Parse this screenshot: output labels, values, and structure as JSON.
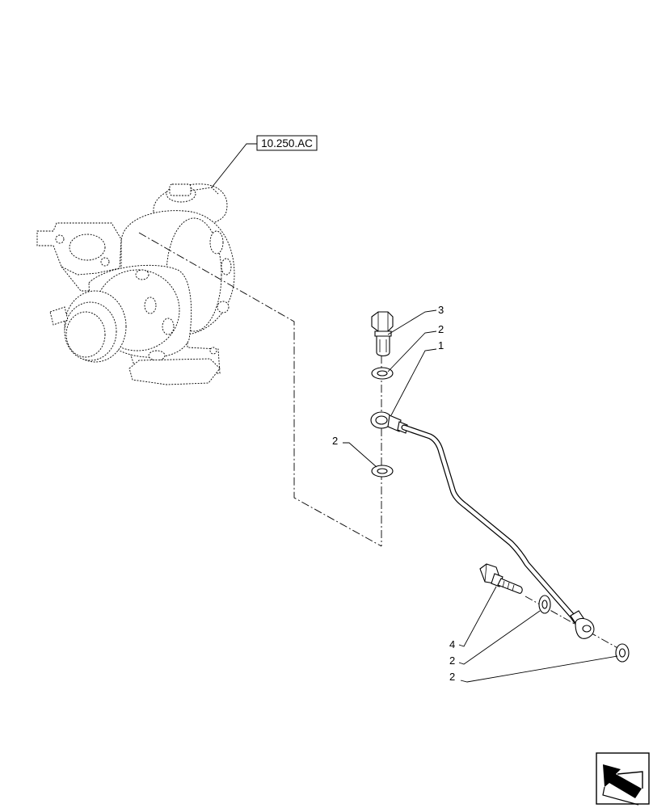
{
  "reference_label": "10.250.AC",
  "callouts": [
    {
      "id": "bolt-top",
      "number": "3"
    },
    {
      "id": "washer-top",
      "number": "2"
    },
    {
      "id": "pipe",
      "number": "1"
    },
    {
      "id": "washer-under-eye",
      "number": "2"
    },
    {
      "id": "bolt-bottom",
      "number": "4"
    },
    {
      "id": "washer-bottom-1",
      "number": "2"
    },
    {
      "id": "washer-bottom-2",
      "number": "2"
    }
  ],
  "nav_icon": "arrow-bottom-left-icon"
}
